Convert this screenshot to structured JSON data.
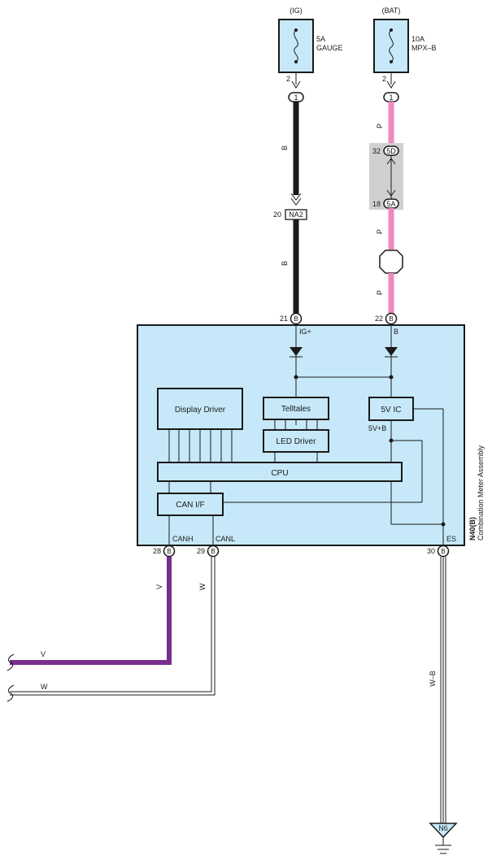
{
  "fuses": [
    {
      "supply": "(IG)",
      "rating": "5A",
      "name": "GAUGE",
      "pin": "2"
    },
    {
      "supply": "(BAT)",
      "rating": "10A",
      "name": "MPX–B",
      "pin": "2"
    }
  ],
  "connectors": {
    "c1_left": "1",
    "c1_right": "1",
    "na2_pin": "20",
    "na2_label": "NA2",
    "c5d_pin": "32",
    "c5d_label": "5D",
    "c5a_pin": "18",
    "c5a_label": "5A",
    "b21": "21",
    "b22": "22",
    "b28": "28",
    "b29": "29",
    "b30": "30",
    "b_label": "B"
  },
  "wires": {
    "left_b1": "B",
    "left_b2": "B",
    "right_p1": "P",
    "right_p2": "P",
    "right_p3": "P",
    "canh_color": "V",
    "canl_color": "W",
    "bus_v": "V",
    "bus_w": "W",
    "ground_color": "W–B"
  },
  "component": {
    "id": "N40(B)",
    "name": "Combination Meter Assembly",
    "terminals": {
      "ig": "IG+",
      "b": "B",
      "canh": "CANH",
      "canl": "CANL",
      "es": "ES",
      "v5b": "5V+B"
    },
    "blocks": {
      "display_driver": "Display Driver",
      "telltales": "Telltales",
      "led_driver": "LED Driver",
      "v5ic": "5V IC",
      "cpu": "CPU",
      "can_if": "CAN I/F"
    }
  },
  "ground": {
    "label": "N6"
  },
  "colors": {
    "box_fill": "#c6e8f8",
    "wire_black": "#1a1a1a",
    "wire_pink": "#f088c0",
    "wire_violet": "#7a2e8e",
    "splice_gray": "#d0d0d0"
  }
}
